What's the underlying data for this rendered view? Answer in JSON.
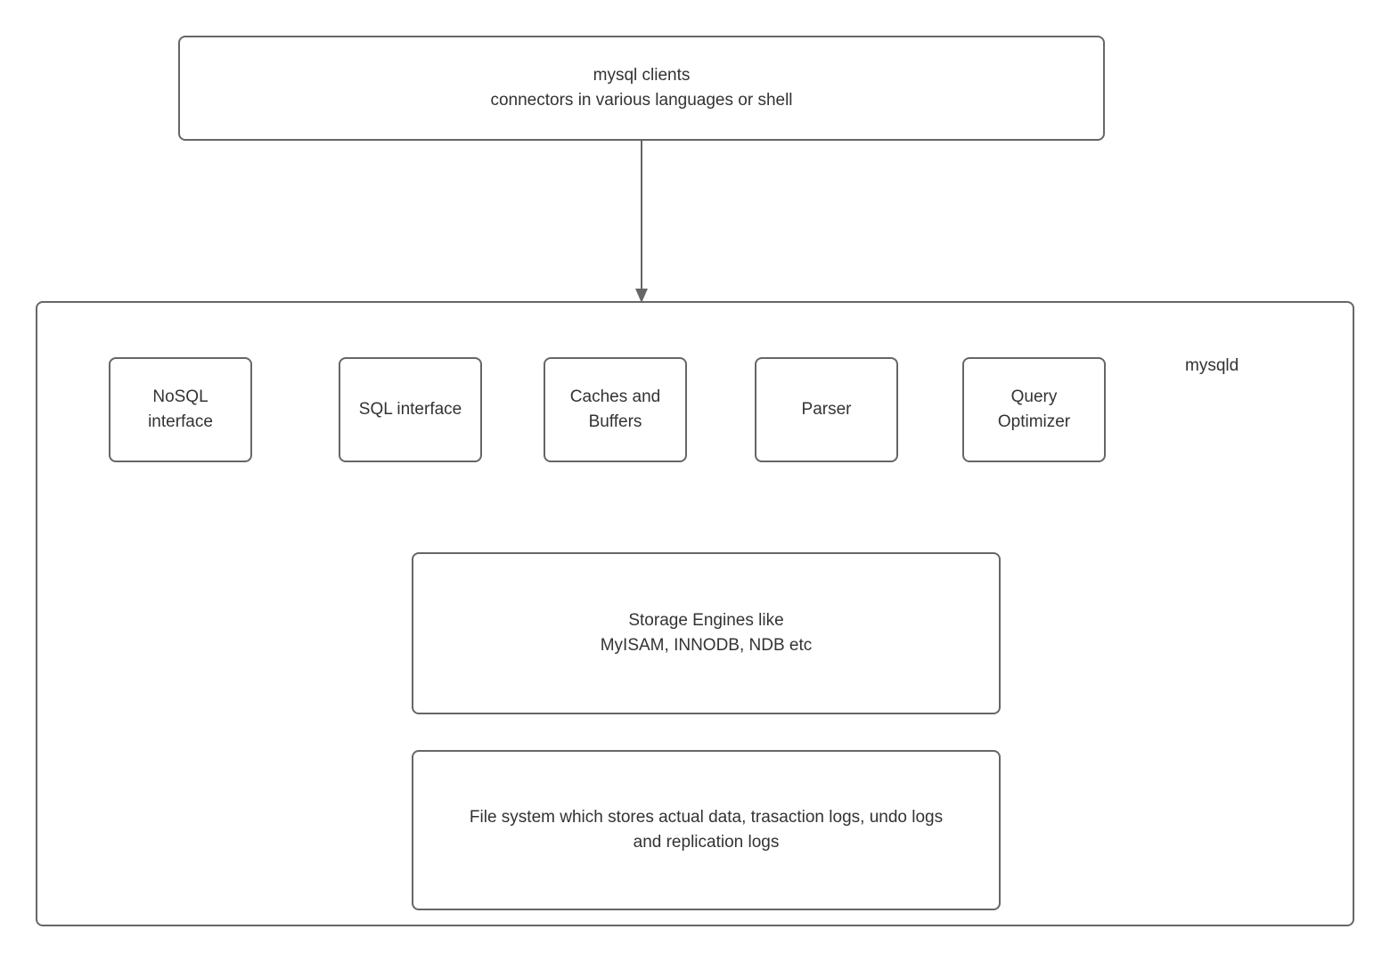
{
  "colors": {
    "border": "#666666",
    "text": "#333333",
    "arrow": "#666666",
    "background": "#ffffff"
  },
  "diagram": {
    "clients_box": {
      "label": "mysql clients\nconnectors in various languages or shell"
    },
    "server": {
      "label": "mysqld",
      "components": [
        {
          "label": "NoSQL\ninterface"
        },
        {
          "label": "SQL interface"
        },
        {
          "label": "Caches and\nBuffers"
        },
        {
          "label": "Parser"
        },
        {
          "label": "Query\nOptimizer"
        }
      ],
      "storage_box": {
        "label": "Storage Engines like\nMyISAM, INNODB, NDB etc"
      },
      "filesystem_box": {
        "label": "File system which stores actual data, trasaction logs, undo logs\nand replication logs"
      }
    }
  }
}
